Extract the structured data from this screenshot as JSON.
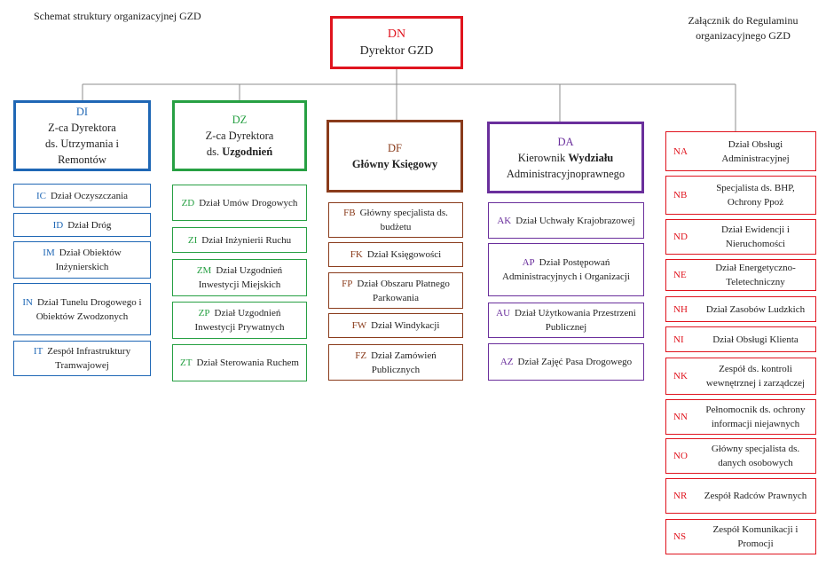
{
  "header": {
    "title_left": "Schemat struktury organizacyjnej GZD",
    "title_right_line1": "Załącznik do Regulaminu",
    "title_right_line2": "organizacyjnego GZD"
  },
  "colors": {
    "red": "#e0141e",
    "blue": "#1f67b5",
    "green": "#27a043",
    "brown": "#8a3b1b",
    "purple": "#6a2f9c",
    "connector": "#8c8c8c"
  },
  "director": {
    "code": "DN",
    "name": "Dyrektor GZD"
  },
  "columns": {
    "di": {
      "code": "DI",
      "name_line1": "Z-ca Dyrektora",
      "name_line2": "ds. Utrzymania i",
      "name_line3": "Remontów",
      "units": [
        {
          "code": "IC",
          "name": "Dział Oczyszczania"
        },
        {
          "code": "ID",
          "name": "Dział Dróg"
        },
        {
          "code": "IM",
          "name": "Dział Obiektów Inżynierskich"
        },
        {
          "code": "IN",
          "name": "Dział Tunelu Drogowego i Obiektów Zwodzonych"
        },
        {
          "code": "IT",
          "name": "Zespół Infrastruktury Tramwajowej"
        }
      ]
    },
    "dz": {
      "code": "DZ",
      "name_line1": "Z-ca Dyrektora",
      "name_line2_plain": "ds. ",
      "name_line2_bold": "Uzgodnień",
      "units": [
        {
          "code": "ZD",
          "name": "Dział Umów Drogowych"
        },
        {
          "code": "ZI",
          "name": "Dział Inżynierii Ruchu"
        },
        {
          "code": "ZM",
          "name": "Dział Uzgodnień Inwestycji Miejskich"
        },
        {
          "code": "ZP",
          "name": "Dział Uzgodnień Inwestycji Prywatnych"
        },
        {
          "code": "ZT",
          "name": "Dział Sterowania Ruchem"
        }
      ]
    },
    "df": {
      "code": "DF",
      "name_bold": "Główny Księgowy",
      "units": [
        {
          "code": "FB",
          "name": "Główny specjalista ds. budżetu"
        },
        {
          "code": "FK",
          "name": "Dział Księgowości"
        },
        {
          "code": "FP",
          "name": "Dział Obszaru Płatnego Parkowania"
        },
        {
          "code": "FW",
          "name": "Dział Windykacji"
        },
        {
          "code": "FZ",
          "name": "Dział Zamówień Publicznych"
        }
      ]
    },
    "da": {
      "code": "DA",
      "name_line1_plain": "Kierownik ",
      "name_line1_bold": "Wydziału",
      "name_line2": "Administracyjnoprawnego",
      "units": [
        {
          "code": "AK",
          "name": "Dział Uchwały Krajobrazowej"
        },
        {
          "code": "AP",
          "name": "Dział Postępowań Administracyjnych i Organizacji"
        },
        {
          "code": "AU",
          "name": "Dział Użytkowania Przestrzeni Publicznej"
        },
        {
          "code": "AZ",
          "name": "Dział Zajęć Pasa Drogowego"
        }
      ]
    },
    "n": {
      "units": [
        {
          "code": "NA",
          "name": "Dział Obsługi Administracyjnej"
        },
        {
          "code": "NB",
          "name": "Specjalista ds. BHP, Ochrony Ppoż"
        },
        {
          "code": "ND",
          "name": "Dział Ewidencji i Nieruchomości"
        },
        {
          "code": "NE",
          "name": "Dział Energetyczno-Teletechniczny"
        },
        {
          "code": "NH",
          "name": "Dział Zasobów Ludzkich"
        },
        {
          "code": "NI",
          "name": "Dział Obsługi Klienta"
        },
        {
          "code": "NK",
          "name": "Zespół ds. kontroli wewnętrznej i zarządczej"
        },
        {
          "code": "NN",
          "name": "Pełnomocnik ds. ochrony informacji niejawnych"
        },
        {
          "code": "NO",
          "name": "Główny specjalista ds. danych osobowych"
        },
        {
          "code": "NR",
          "name": "Zespół Radców Prawnych"
        },
        {
          "code": "NS",
          "name": "Zespół Komunikacji i Promocji"
        }
      ]
    }
  }
}
